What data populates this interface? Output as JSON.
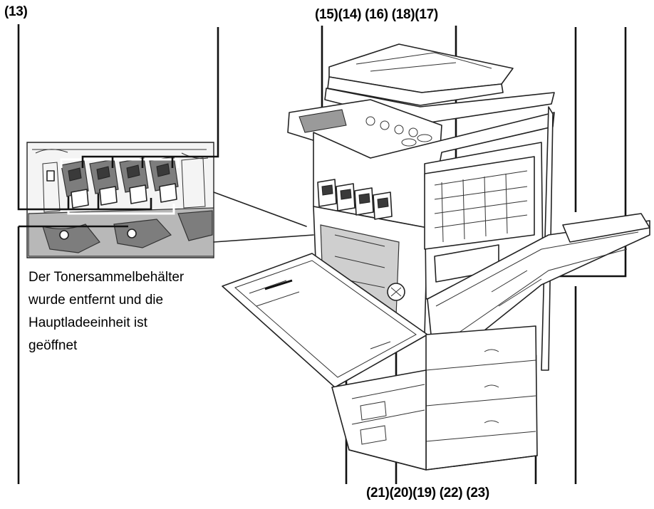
{
  "callouts": {
    "top_left": "(13)",
    "top_group": "(15)(14) (16) (18)(17)",
    "bottom_group": "(21)(20)(19) (22) (23)"
  },
  "caption_lines": [
    "Der Tonersammelbehälter",
    "wurde entfernt und die",
    "Hauptladeeinheit ist",
    "geöffnet"
  ],
  "colors": {
    "ink": "#222222",
    "gray": "#7d7d7d",
    "light_gray": "#b8b8b8",
    "background": "#ffffff"
  }
}
